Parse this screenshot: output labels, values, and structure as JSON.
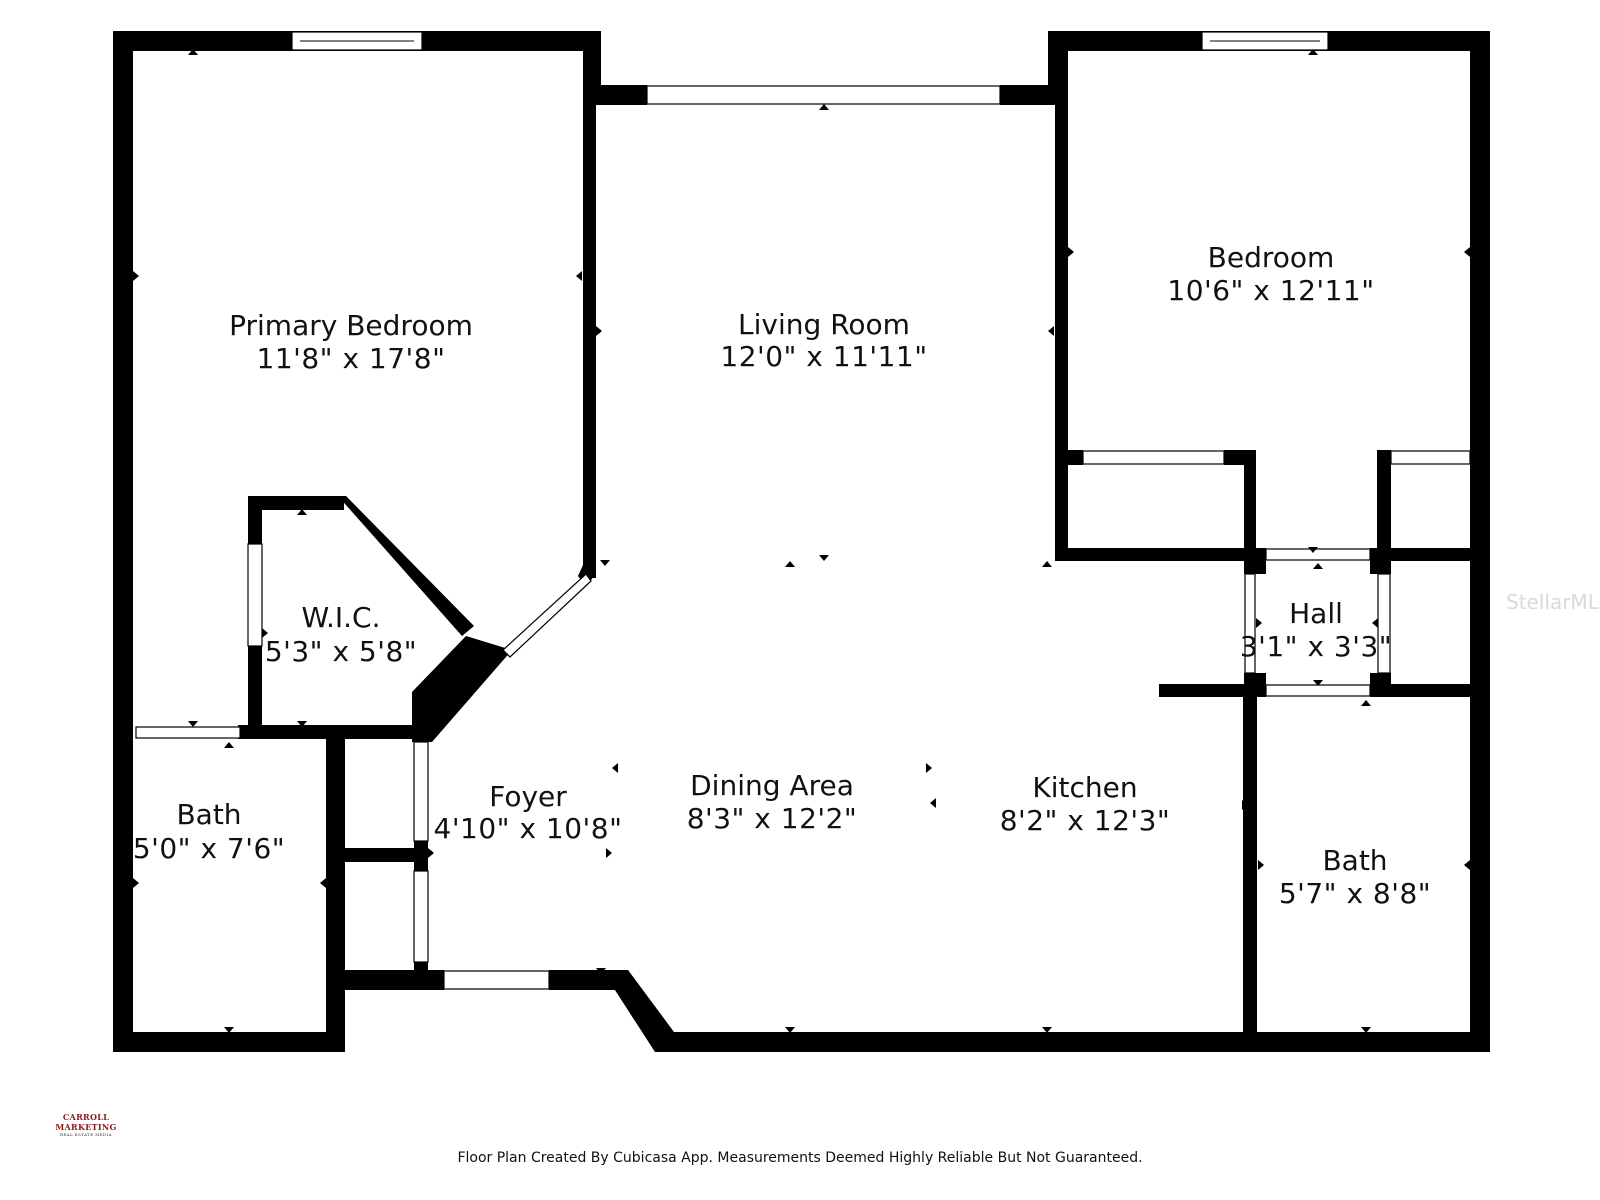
{
  "rooms": [
    {
      "id": "primary-bedroom",
      "name": "Primary Bedroom",
      "dims": "11'8\" x 17'8\""
    },
    {
      "id": "living-room",
      "name": "Living Room",
      "dims": "12'0\" x 11'11\""
    },
    {
      "id": "bedroom",
      "name": "Bedroom",
      "dims": "10'6\" x 12'11\""
    },
    {
      "id": "wic",
      "name": "W.I.C.",
      "dims": "5'3\" x 5'8\""
    },
    {
      "id": "hall",
      "name": "Hall",
      "dims": "3'1\" x 3'3\""
    },
    {
      "id": "bath-left",
      "name": "Bath",
      "dims": "5'0\" x 7'6\""
    },
    {
      "id": "foyer",
      "name": "Foyer",
      "dims": "4'10\" x 10'8\""
    },
    {
      "id": "dining-area",
      "name": "Dining Area",
      "dims": "8'3\" x 12'2\""
    },
    {
      "id": "kitchen",
      "name": "Kitchen",
      "dims": "8'2\" x 12'3\""
    },
    {
      "id": "bath-right",
      "name": "Bath",
      "dims": "5'7\" x 8'8\""
    }
  ],
  "footer": "Floor Plan Created By Cubicasa App. Measurements Deemed Highly Reliable But Not Guaranteed.",
  "brand": {
    "name": "CARROLL MARKETING",
    "tagline": "REAL ESTATE MEDIA"
  },
  "watermark": "StellarMLS",
  "colors": {
    "wall": "#000000",
    "background": "#ffffff",
    "brand": "#8b1a1a",
    "watermark": "#d9d9d9"
  }
}
